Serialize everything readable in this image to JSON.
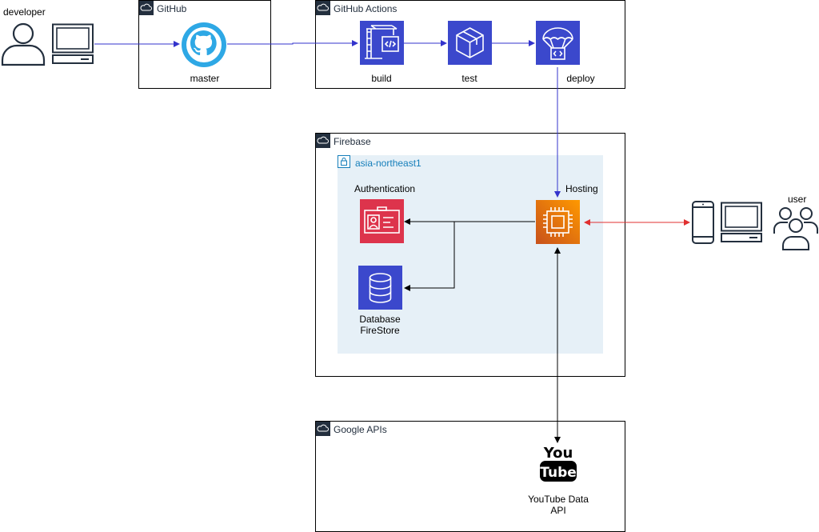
{
  "actors": {
    "developer": "developer",
    "user": "user"
  },
  "groups": {
    "github": {
      "title": "GitHub",
      "node": "master"
    },
    "actions": {
      "title": "GitHub Actions",
      "nodes": [
        "build",
        "test",
        "deploy"
      ]
    },
    "firebase": {
      "title": "Firebase",
      "region": "asia-northeast1",
      "authentication": "Authentication",
      "hosting": "Hosting",
      "database_line1": "Database",
      "database_line2": "FireStore"
    },
    "google_apis": {
      "title": "Google APIs",
      "youtube_line1": "YouTube Data",
      "youtube_line2": "API",
      "logo_text_top": "You",
      "logo_text_bottom": "Tube"
    }
  },
  "colors": {
    "blue_edge": "#3333cc",
    "red_edge": "#e03030",
    "black_edge": "#000000",
    "devtools": "#3b48cc",
    "security": "#dd344c",
    "compute": "#ed7100",
    "database": "#3b48cc",
    "github_logo": "#2ea8e5"
  }
}
